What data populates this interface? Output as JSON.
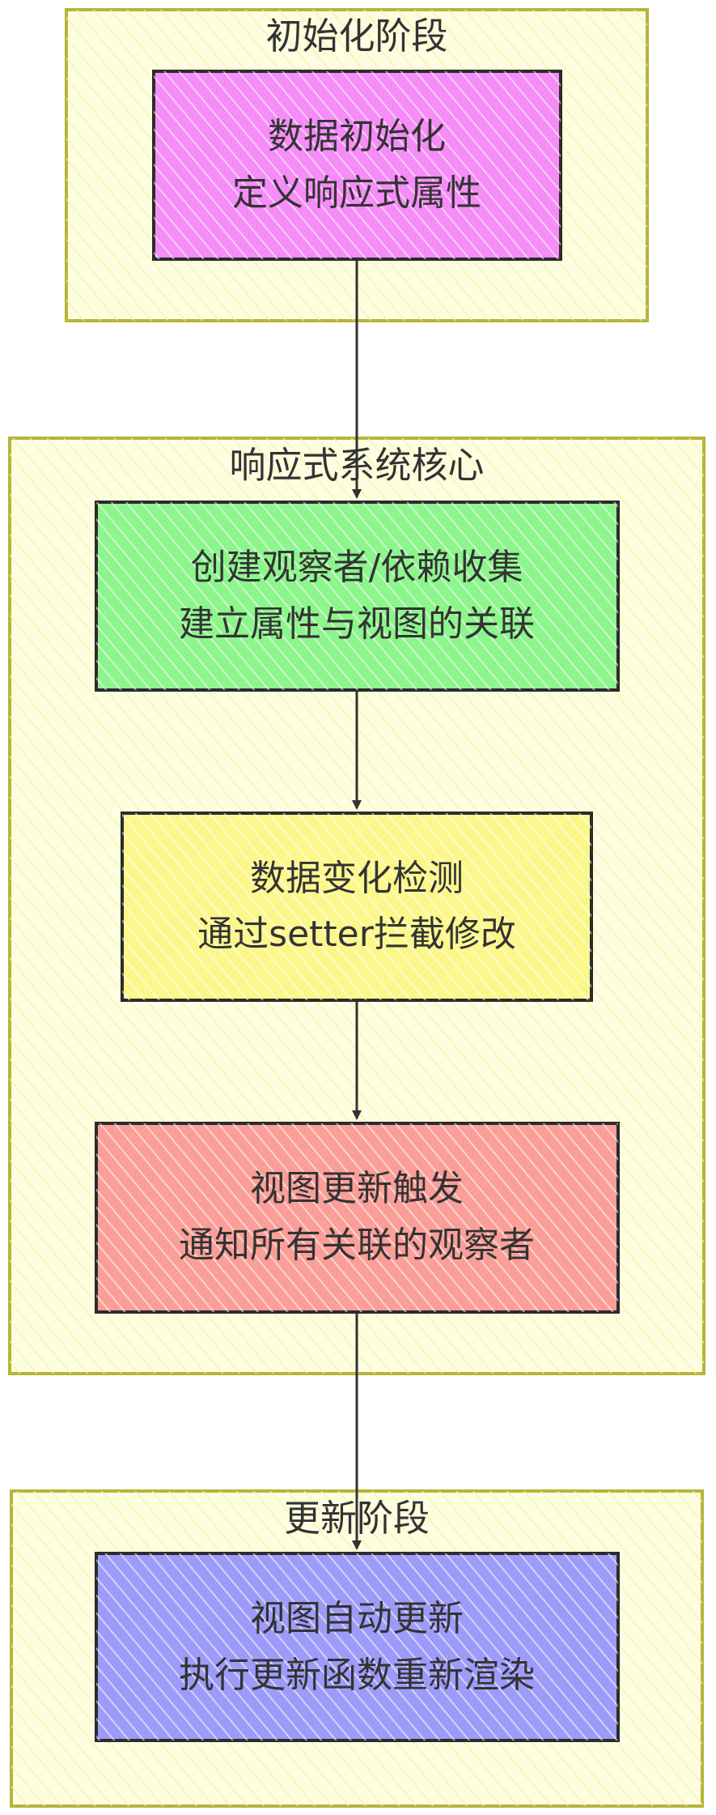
{
  "diagram": {
    "groups": [
      {
        "id": "init",
        "title": "初始化阶段"
      },
      {
        "id": "core",
        "title": "响应式系统核心"
      },
      {
        "id": "update",
        "title": "更新阶段"
      }
    ],
    "nodes": [
      {
        "id": "n1",
        "line1": "数据初始化",
        "line2": "定义响应式属性",
        "color": "#f58cf7"
      },
      {
        "id": "n2",
        "line1": "创建观察者/依赖收集",
        "line2": "建立属性与视图的关联",
        "color": "#8cf58c"
      },
      {
        "id": "n3",
        "line1": "数据变化检测",
        "line2": "通过setter拦截修改",
        "color": "#fbf78a"
      },
      {
        "id": "n4",
        "line1": "视图更新触发",
        "line2": "通知所有关联的观察者",
        "color": "#fb9e98"
      },
      {
        "id": "n5",
        "line1": "视图自动更新",
        "line2": "执行更新函数重新渲染",
        "color": "#9d9bf9"
      }
    ],
    "edges": [
      {
        "from": "n1",
        "to": "n2"
      },
      {
        "from": "n2",
        "to": "n3"
      },
      {
        "from": "n3",
        "to": "n4"
      },
      {
        "from": "n4",
        "to": "n5"
      }
    ],
    "colors": {
      "group_fill": "#fdfde0",
      "group_stroke": "#b5b53a",
      "node_stroke": "#2b2b2b",
      "edge": "#333333",
      "text": "#333333"
    }
  }
}
